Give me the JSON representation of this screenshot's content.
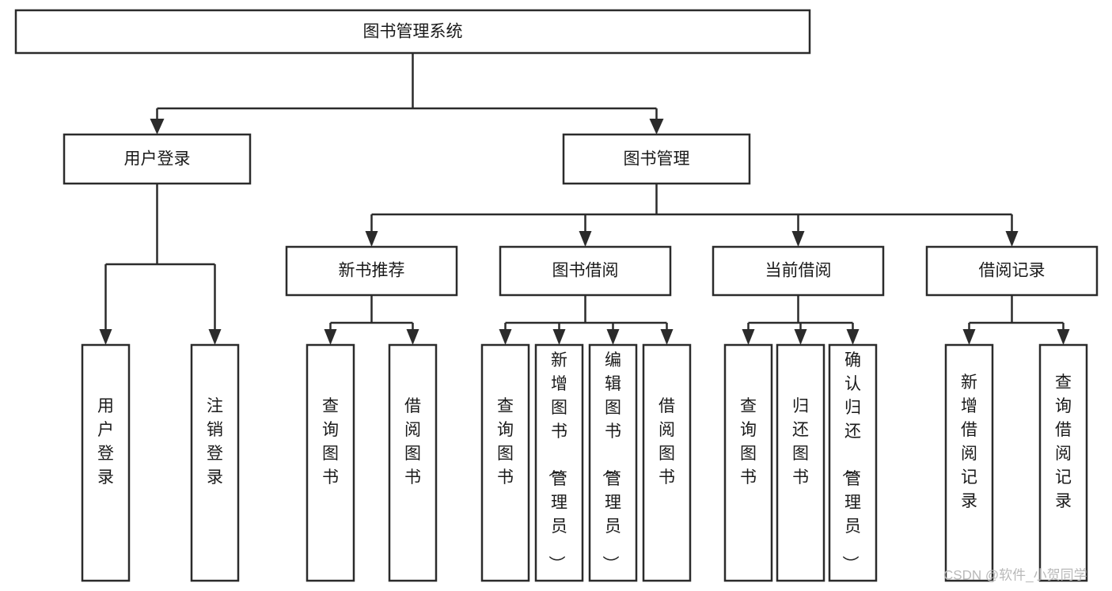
{
  "diagram": {
    "title": "图书管理系统",
    "type": "tree-hierarchy",
    "watermark": "CSDN @软件_小贺同学",
    "colors": {
      "stroke": "#2b2b2b",
      "fill": "#ffffff",
      "text": "#1a1a1a",
      "watermark": "#b9b9b9"
    },
    "nodes": {
      "root": {
        "label": "图书管理系统"
      },
      "level2": [
        {
          "id": "user-login",
          "label": "用户登录"
        },
        {
          "id": "book-management",
          "label": "图书管理"
        }
      ],
      "level3": [
        {
          "id": "new-book-recommend",
          "label": "新书推荐"
        },
        {
          "id": "book-borrow",
          "label": "图书借阅"
        },
        {
          "id": "current-borrow",
          "label": "当前借阅"
        },
        {
          "id": "borrow-record",
          "label": "借阅记录"
        }
      ],
      "leaves": {
        "user-login": [
          {
            "id": "leaf-user-login",
            "label": "用户登录"
          },
          {
            "id": "leaf-logout-login",
            "label": "注销登录"
          }
        ],
        "new-book-recommend": [
          {
            "id": "leaf-query-book-1",
            "label": "查询图书"
          },
          {
            "id": "leaf-borrow-book-1",
            "label": "借阅图书"
          }
        ],
        "book-borrow": [
          {
            "id": "leaf-query-book-2",
            "label": "查询图书"
          },
          {
            "id": "leaf-add-book",
            "label": "新增图书（管理员）"
          },
          {
            "id": "leaf-edit-book",
            "label": "编辑图书（管理员）"
          },
          {
            "id": "leaf-borrow-book-2",
            "label": "借阅图书"
          }
        ],
        "current-borrow": [
          {
            "id": "leaf-query-book-3",
            "label": "查询图书"
          },
          {
            "id": "leaf-return-book",
            "label": "归还图书"
          },
          {
            "id": "leaf-confirm-return",
            "label": "确认归还（管理员）"
          }
        ],
        "borrow-record": [
          {
            "id": "leaf-add-record",
            "label": "新增借阅记录"
          },
          {
            "id": "leaf-query-record",
            "label": "查询借阅记录"
          }
        ]
      }
    }
  }
}
